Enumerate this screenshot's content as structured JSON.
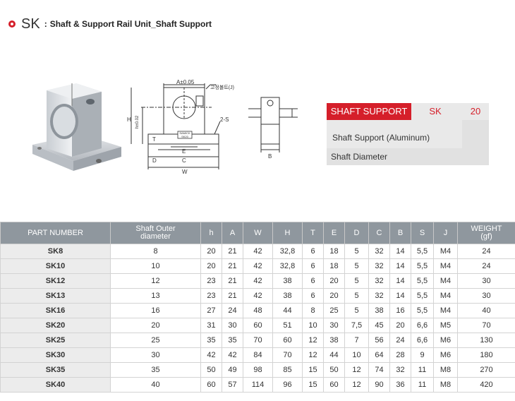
{
  "header": {
    "code": "SK",
    "separator": ":",
    "title": "Shaft & Support Rail Unit_Shaft Support"
  },
  "colors": {
    "accent": "#d51f2a",
    "table_header": "#8f979e",
    "part_col": "#ececec"
  },
  "drawing": {
    "labels": {
      "A_tol": "A±0.05",
      "bolt": "고정볼트(J)",
      "H": "H",
      "h": "h",
      "h_tol": "h±0.02",
      "T": "T",
      "s": "2-S",
      "E": "E",
      "D": "D",
      "C": "C",
      "W": "W",
      "B": "B",
      "sk": "SAMICK",
      "sk2": "SK20"
    }
  },
  "legend": {
    "label": "SHAFT SUPPORT",
    "code": "SK",
    "size": "20",
    "desc": "Shaft Support (Aluminum)",
    "diameter": "Shaft Diameter"
  },
  "table": {
    "headers": [
      "PART NUMBER",
      "Shaft Outer diameter",
      "h",
      "A",
      "W",
      "H",
      "T",
      "E",
      "D",
      "C",
      "B",
      "S",
      "J",
      "WEIGHT (gf)"
    ],
    "header_lines": [
      [
        "PART NUMBER"
      ],
      [
        "Shaft Outer",
        "diameter"
      ],
      [
        "h"
      ],
      [
        "A"
      ],
      [
        "W"
      ],
      [
        "H"
      ],
      [
        "T"
      ],
      [
        "E"
      ],
      [
        "D"
      ],
      [
        "C"
      ],
      [
        "B"
      ],
      [
        "S"
      ],
      [
        "J"
      ],
      [
        "WEIGHT",
        "(gf)"
      ]
    ],
    "rows": [
      [
        "SK8",
        "8",
        "20",
        "21",
        "42",
        "32,8",
        "6",
        "18",
        "5",
        "32",
        "14",
        "5,5",
        "M4",
        "24"
      ],
      [
        "SK10",
        "10",
        "20",
        "21",
        "42",
        "32,8",
        "6",
        "18",
        "5",
        "32",
        "14",
        "5,5",
        "M4",
        "24"
      ],
      [
        "SK12",
        "12",
        "23",
        "21",
        "42",
        "38",
        "6",
        "20",
        "5",
        "32",
        "14",
        "5,5",
        "M4",
        "30"
      ],
      [
        "SK13",
        "13",
        "23",
        "21",
        "42",
        "38",
        "6",
        "20",
        "5",
        "32",
        "14",
        "5,5",
        "M4",
        "30"
      ],
      [
        "SK16",
        "16",
        "27",
        "24",
        "48",
        "44",
        "8",
        "25",
        "5",
        "38",
        "16",
        "5,5",
        "M4",
        "40"
      ],
      [
        "SK20",
        "20",
        "31",
        "30",
        "60",
        "51",
        "10",
        "30",
        "7,5",
        "45",
        "20",
        "6,6",
        "M5",
        "70"
      ],
      [
        "SK25",
        "25",
        "35",
        "35",
        "70",
        "60",
        "12",
        "38",
        "7",
        "56",
        "24",
        "6,6",
        "M6",
        "130"
      ],
      [
        "SK30",
        "30",
        "42",
        "42",
        "84",
        "70",
        "12",
        "44",
        "10",
        "64",
        "28",
        "9",
        "M6",
        "180"
      ],
      [
        "SK35",
        "35",
        "50",
        "49",
        "98",
        "85",
        "15",
        "50",
        "12",
        "74",
        "32",
        "11",
        "M8",
        "270"
      ],
      [
        "SK40",
        "40",
        "60",
        "57",
        "114",
        "96",
        "15",
        "60",
        "12",
        "90",
        "36",
        "11",
        "M8",
        "420"
      ]
    ]
  }
}
